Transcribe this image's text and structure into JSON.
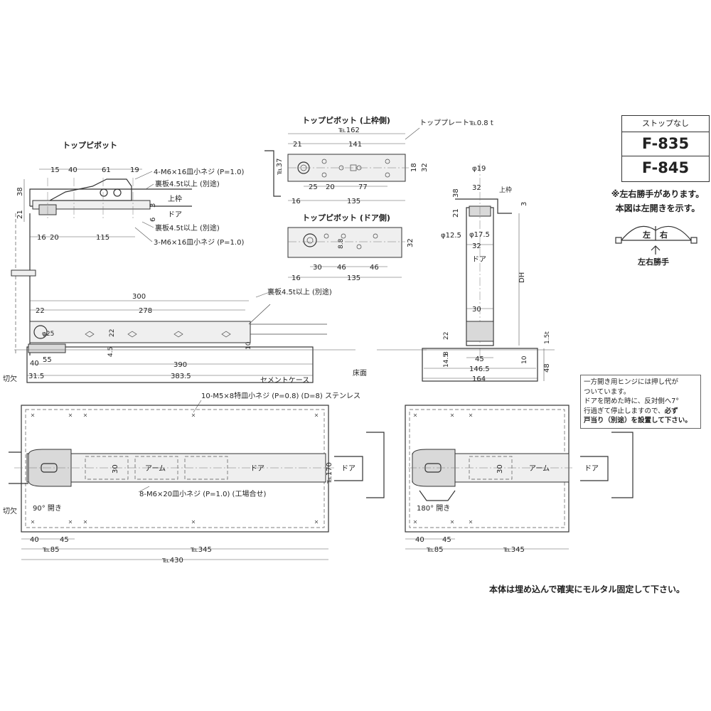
{
  "model_box": {
    "caption": "ストップなし",
    "models": [
      "F-835",
      "F-845"
    ]
  },
  "hand_note": {
    "line1": "※左右勝手があります。",
    "line2": "本図は左開きを示す。",
    "left": "左",
    "right": "右",
    "label": "左右勝手"
  },
  "note_box": {
    "line1": "一方開き用ヒンジには押し代が",
    "line2": "ついています。",
    "line3": "ドアを閉めた時に、反対側へ7°",
    "line4_normal": "行過ぎて停止しますので、",
    "line4_bold": "必ず",
    "line5": "戸当り（別途）を設置して下さい。"
  },
  "footer_note": "本体は埋め込んで確実にモルタル固定して下さい。",
  "views": {
    "top_pivot": {
      "title": "トップピボット",
      "callouts": [
        "4-M6×16皿小ネジ (P=1.0)",
        "裏板4.5t以上 (別途)",
        "上枠",
        "ドア",
        "裏板4.5t以上 (別途)",
        "3-M6×16皿小ネジ (P=1.0)"
      ],
      "dims_top": [
        "15",
        "40",
        "61",
        "19"
      ],
      "dims_left": [
        "38",
        "21"
      ],
      "dims_right": [
        "3",
        "6"
      ],
      "dims_bottom": [
        "16",
        "20",
        "115"
      ]
    },
    "side_section": {
      "dims": [
        "300",
        "22",
        "278",
        "φ25",
        "22",
        "4.5",
        "10",
        "40",
        "55",
        "390",
        "31.5",
        "383.5"
      ],
      "callout": "裏板4.5t以上 (別途)",
      "labels": [
        "切欠",
        "セメントケース",
        "床面"
      ]
    },
    "top_pivot_frame": {
      "title": "トップピボット (上枠側)",
      "plate_label": "トッププレート℡0.8 t",
      "dims": [
        "℡162",
        "21",
        "141",
        "℡37",
        "18",
        "32",
        "25",
        "20",
        "77",
        "16",
        "135"
      ]
    },
    "top_pivot_door": {
      "title": "トップピボット (ドア側)",
      "dims": [
        "8.8",
        "32",
        "30",
        "46",
        "46",
        "16",
        "135"
      ]
    },
    "right_elevation": {
      "dims": [
        "φ19",
        "32",
        "38",
        "21",
        "3",
        "φ12.5",
        "φ17.5",
        "32",
        "DH",
        "30",
        "22",
        "8",
        "14.5",
        "1.5t",
        "45",
        "10",
        "48",
        "146.5",
        "164"
      ],
      "labels": [
        "上枠",
        "ドア"
      ]
    },
    "plan_90": {
      "screw_callout": "10-M5×8特皿小ネジ (P=0.8) (D=8) ステンレス",
      "arm_callout": "8-M6×20皿小ネジ (P=1.0) (工場合せ)",
      "labels": [
        "アーム",
        "ドア",
        "ドア",
        "切欠",
        "90° 開き"
      ],
      "dims": [
        "30",
        "℡170",
        "40",
        "45",
        "℡85",
        "℡345",
        "℡430"
      ]
    },
    "plan_180": {
      "labels": [
        "アーム",
        "ドア",
        "180° 開き"
      ],
      "dims": [
        "30",
        "40",
        "45",
        "℡85",
        "℡345"
      ]
    }
  },
  "colors": {
    "line": "#333333",
    "shade": "#d9d9d9",
    "background": "#ffffff"
  }
}
